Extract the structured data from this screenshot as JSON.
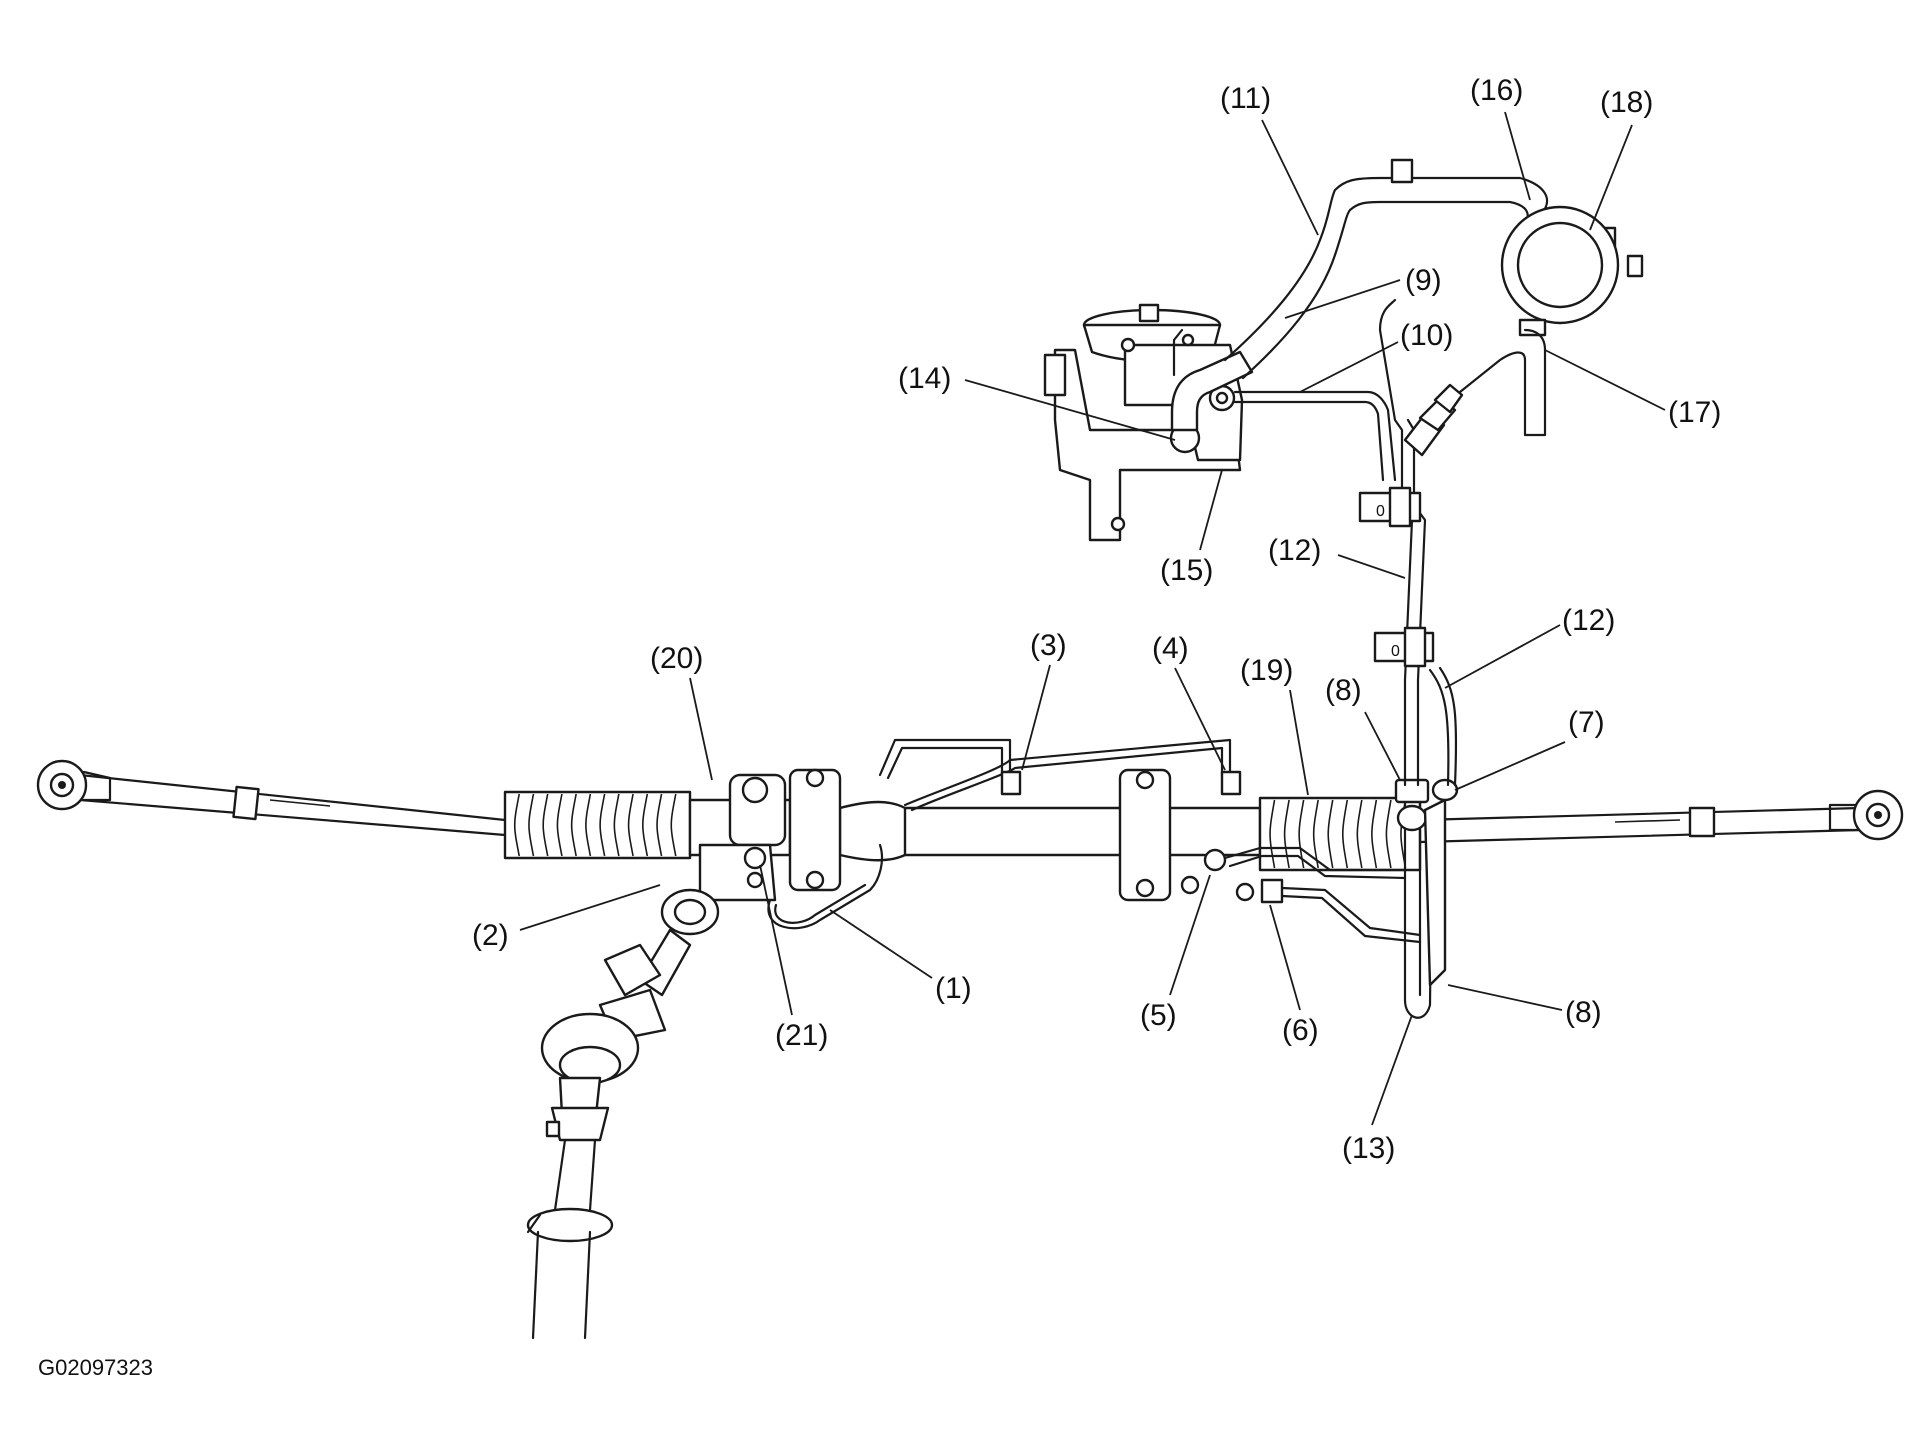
{
  "figure_id": "G02097323",
  "callouts": [
    {
      "key": "c11",
      "label": "(11)"
    },
    {
      "key": "c16",
      "label": "(16)"
    },
    {
      "key": "c18",
      "label": "(18)"
    },
    {
      "key": "c9",
      "label": "(9)"
    },
    {
      "key": "c10",
      "label": "(10)"
    },
    {
      "key": "c14",
      "label": "(14)"
    },
    {
      "key": "c17",
      "label": "(17)"
    },
    {
      "key": "c15",
      "label": "(15)"
    },
    {
      "key": "c12a",
      "label": "(12)"
    },
    {
      "key": "c12b",
      "label": "(12)"
    },
    {
      "key": "c3",
      "label": "(3)"
    },
    {
      "key": "c4",
      "label": "(4)"
    },
    {
      "key": "c19",
      "label": "(19)"
    },
    {
      "key": "c8a",
      "label": "(8)"
    },
    {
      "key": "c7",
      "label": "(7)"
    },
    {
      "key": "c20",
      "label": "(20)"
    },
    {
      "key": "c2",
      "label": "(2)"
    },
    {
      "key": "c1",
      "label": "(1)"
    },
    {
      "key": "c21",
      "label": "(21)"
    },
    {
      "key": "c5",
      "label": "(5)"
    },
    {
      "key": "c6",
      "label": "(6)"
    },
    {
      "key": "c8b",
      "label": "(8)"
    },
    {
      "key": "c13",
      "label": "(13)"
    }
  ],
  "clamp_marks": [
    "0",
    "0"
  ]
}
